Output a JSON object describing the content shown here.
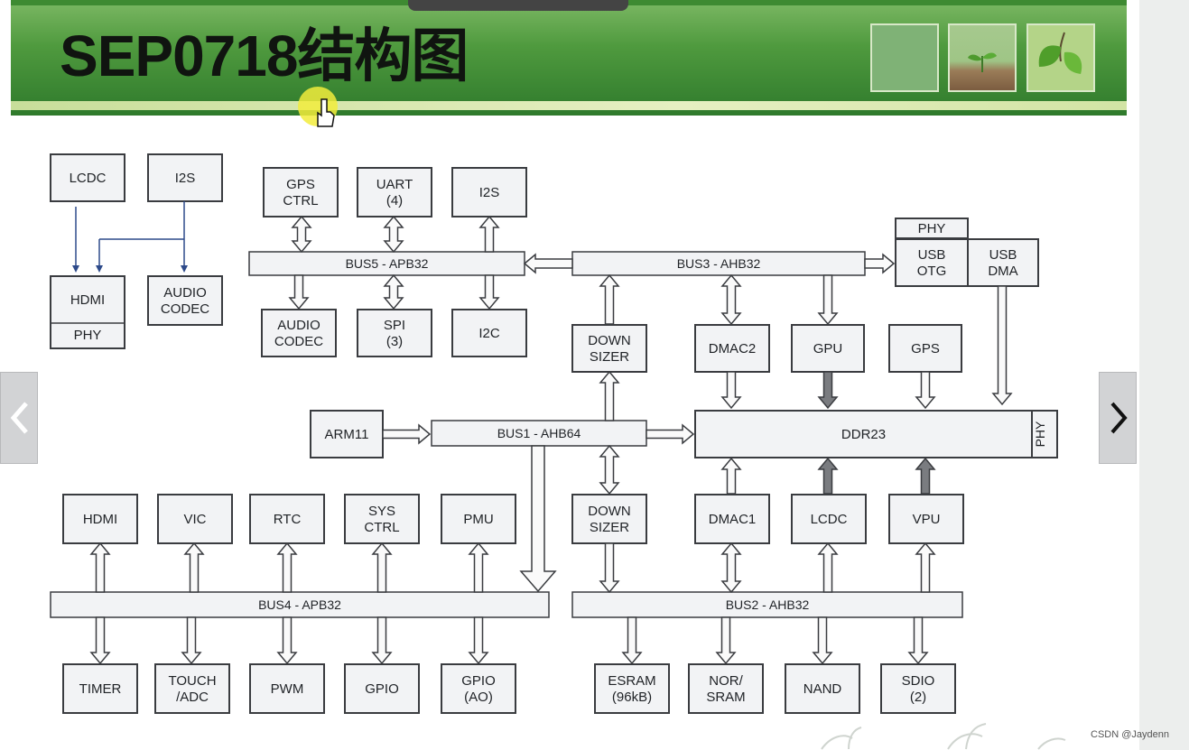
{
  "slide": {
    "title": "SEP0718结构图"
  },
  "diagram": {
    "blocks": {
      "lcdc_top": [
        "LCDC"
      ],
      "i2s_left": [
        "I2S"
      ],
      "hdmi_phy": [
        "HDMI"
      ],
      "hdmi_phy_sub": [
        "PHY"
      ],
      "audio_codec_left": [
        "AUDIO",
        "CODEC"
      ],
      "gps_ctrl": [
        "GPS",
        "CTRL"
      ],
      "uart": [
        "UART",
        "(4)"
      ],
      "i2s_mid": [
        "I2S"
      ],
      "audio_codec_mid": [
        "AUDIO",
        "CODEC"
      ],
      "spi": [
        "SPI",
        "(3)"
      ],
      "i2c": [
        "I2C"
      ],
      "usb_phy": [
        "PHY"
      ],
      "usb_otg": [
        "USB",
        "OTG"
      ],
      "usb_dma": [
        "USB",
        "DMA"
      ],
      "down_sizer_top": [
        "DOWN",
        "SIZER"
      ],
      "dmac2": [
        "DMAC2"
      ],
      "gpu": [
        "GPU"
      ],
      "gps": [
        "GPS"
      ],
      "arm11": [
        "ARM11"
      ],
      "ddr23": [
        "DDR23"
      ],
      "ddr_phy": [
        "PHY"
      ],
      "hdmi_b": [
        "HDMI"
      ],
      "vic": [
        "VIC"
      ],
      "rtc": [
        "RTC"
      ],
      "sys_ctrl": [
        "SYS",
        "CTRL"
      ],
      "pmu": [
        "PMU"
      ],
      "down_sizer_bottom": [
        "DOWN",
        "SIZER"
      ],
      "dmac1": [
        "DMAC1"
      ],
      "lcdc_b": [
        "LCDC"
      ],
      "vpu": [
        "VPU"
      ],
      "timer": [
        "TIMER"
      ],
      "touch_adc": [
        "TOUCH",
        "/ADC"
      ],
      "pwm": [
        "PWM"
      ],
      "gpio": [
        "GPIO"
      ],
      "gpio_ao": [
        "GPIO",
        "(AO)"
      ],
      "esram": [
        "ESRAM",
        "(96kB)"
      ],
      "nor_sram": [
        "NOR/",
        "SRAM"
      ],
      "nand": [
        "NAND"
      ],
      "sdio": [
        "SDIO",
        "(2)"
      ]
    },
    "buses": {
      "bus5": "BUS5 - APB32",
      "bus3": "BUS3 - AHB32",
      "bus1": "BUS1 - AHB64",
      "bus4": "BUS4 - APB32",
      "bus2": "BUS2 - AHB32"
    }
  },
  "nav": {
    "prev_icon": "chevron-left-icon",
    "next_icon": "chevron-right-icon"
  },
  "watermark": "CSDN @Jaydenn",
  "colors": {
    "header_green": "#4f9a3e",
    "block_fill": "#f2f3f5",
    "block_stroke": "#3a3c40",
    "line_blue": "#2d4a8a"
  }
}
